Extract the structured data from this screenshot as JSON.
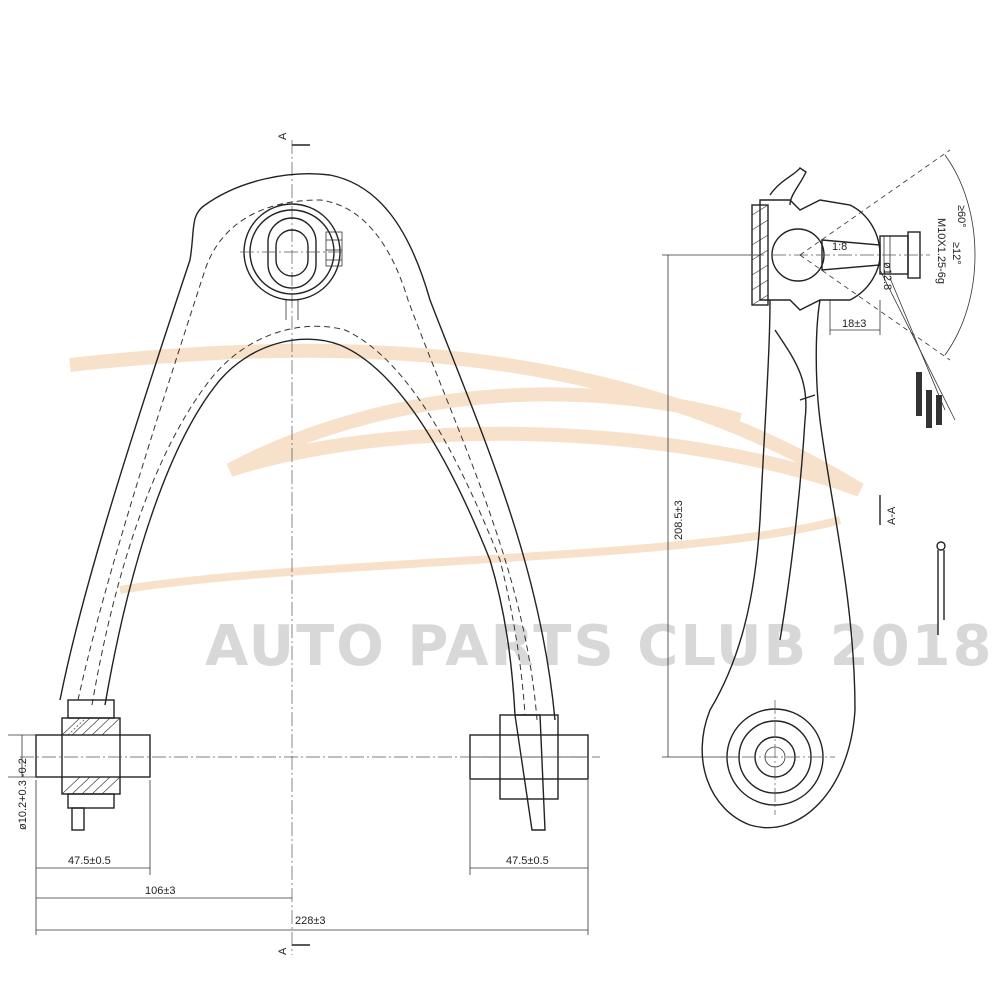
{
  "section_marks": {
    "top": "A",
    "bottom": "A",
    "view": "A-A"
  },
  "dimensions": {
    "left_bushing_length": "47.5±0.5",
    "right_bushing_length": "47.5±0.5",
    "center_offset": "106±3",
    "overall_width": "228±3",
    "bore_diameter": "ø10.2+0.3 -0.2",
    "arm_length": "208.5±3",
    "ball_stud_offset": "18±3",
    "stud_thread": "M10X1.25-6g",
    "stud_diameter": "ø12.8",
    "taper": "1:8",
    "angle_outer": "≥60°",
    "angle_inner": "≥12°"
  },
  "watermark": {
    "text": "AUTO PARTS CLUB 2018",
    "color": "#f2c9a0"
  }
}
